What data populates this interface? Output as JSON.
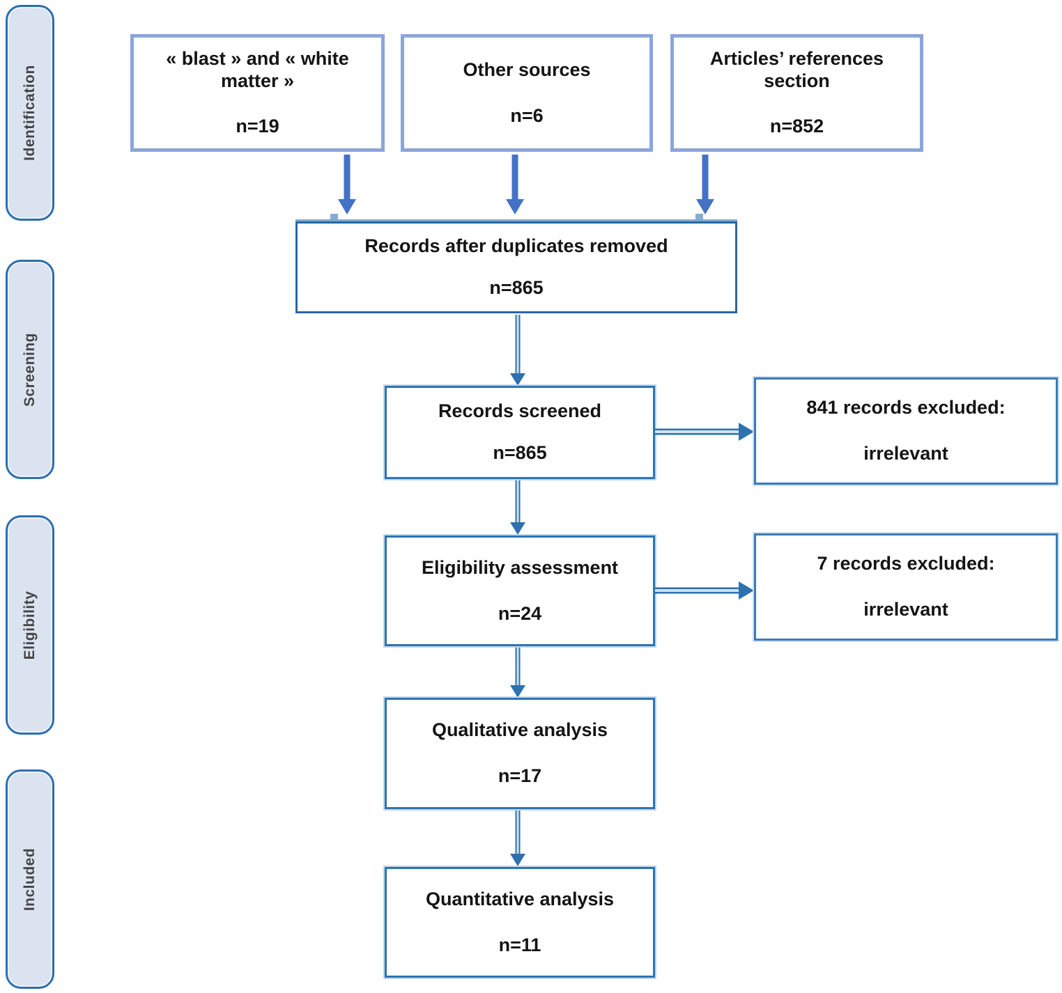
{
  "colors": {
    "border-light": "#8aa5da",
    "border-dark": "#29679f",
    "border-mid": "#2e74b4",
    "border-excluded": "#3a7ab6",
    "arrow-top": "#4472c4",
    "arrow-main": "#2d71ae",
    "merge-topbar": "#7fa9cf",
    "stage-fill": "#dbe3f1",
    "stage-border": "#2c6fad",
    "stage-text": "#454545",
    "text": "#141414"
  },
  "stages": [
    {
      "label": "Identification"
    },
    {
      "label": "Screening"
    },
    {
      "label": "Eligibility"
    },
    {
      "label": "Included"
    }
  ],
  "sources": [
    {
      "lines": [
        "« blast » and « white",
        "matter »"
      ],
      "count": "n=19"
    },
    {
      "lines": [
        "Other sources"
      ],
      "count": "n=6"
    },
    {
      "lines": [
        "Articles’ references",
        "section"
      ],
      "count": "n=852"
    }
  ],
  "dedup": {
    "title": "Records after duplicates removed",
    "count": "n=865"
  },
  "screening": {
    "title": "Records screened",
    "count": "n=865"
  },
  "screening_excluded": {
    "title": "841 records excluded:",
    "reason": "irrelevant"
  },
  "eligibility": {
    "title": "Eligibility assessment",
    "count": "n=24"
  },
  "eligibility_excluded": {
    "title": "7 records excluded:",
    "reason": "irrelevant"
  },
  "qualitative": {
    "title": "Qualitative analysis",
    "count": "n=17"
  },
  "quantitative": {
    "title": "Quantitative analysis",
    "count": "n=11"
  }
}
